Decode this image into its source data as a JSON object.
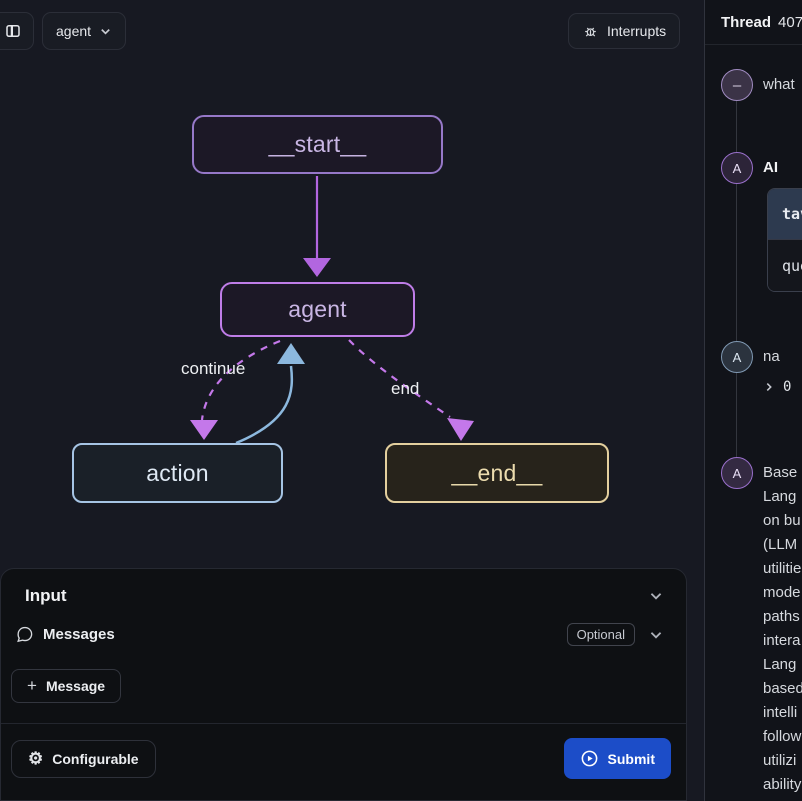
{
  "colors": {
    "canvas_bg": "#171922",
    "panel_bg": "#0e1013",
    "sidebar_bg": "#111319",
    "border_subtle": "#2b2e38",
    "start_border": "#9678c8",
    "agent_border": "#bf7de8",
    "action_border": "#a6c4e4",
    "end_border": "#e3cf9e",
    "purple_node_bg": "#1c1826",
    "action_bg": "#1a2028",
    "end_bg": "#27231b",
    "purple_text": "#c9b6e4",
    "action_text": "#dfe9f4",
    "end_text": "#ecdcae",
    "edge_purple": "#b266e0",
    "edge_purple_dashed": "#c478ea",
    "edge_blue": "#8cb8de",
    "submit_blue": "#1c4dc8",
    "tool_header_bg": "#2d3a4f"
  },
  "toolbar": {
    "graph_selector_label": "agent",
    "interrupts_label": "Interrupts"
  },
  "graph": {
    "nodes": [
      {
        "id": "__start__",
        "label": "__start__"
      },
      {
        "id": "agent",
        "label": "agent"
      },
      {
        "id": "action",
        "label": "action"
      },
      {
        "id": "__end__",
        "label": "__end__"
      }
    ],
    "edges": [
      {
        "from": "__start__",
        "to": "agent",
        "style": "solid",
        "label": ""
      },
      {
        "from": "agent",
        "to": "action",
        "style": "dashed",
        "label": "continue"
      },
      {
        "from": "action",
        "to": "agent",
        "style": "solid",
        "label": ""
      },
      {
        "from": "agent",
        "to": "__end__",
        "style": "dashed",
        "label": "end"
      }
    ]
  },
  "input_panel": {
    "title": "Input",
    "messages_label": "Messages",
    "optional_badge": "Optional",
    "add_message_plus": "+",
    "add_message_label": "Message",
    "configurable_label": "Configurable",
    "gear_glyph": "⚙",
    "submit_label": "Submit"
  },
  "thread_panel": {
    "title_label": "Thread",
    "thread_id": "407",
    "human_message": {
      "avatar_glyph": "–",
      "text": "what"
    },
    "ai_message": {
      "avatar_glyph": "A",
      "role_label": "AI",
      "tool_name": "tav",
      "tool_arg": "que"
    },
    "tool_message": {
      "avatar_glyph": "A",
      "text": "na",
      "expand_count": "0"
    },
    "ai_message_2": {
      "avatar_glyph": "A",
      "lines": [
        "Base",
        "Lang",
        "on bu",
        "(LLM",
        "utilitie",
        "mode",
        "paths",
        "intera",
        "Lang",
        "based",
        "intelli",
        "follow",
        "utilizi",
        "ability"
      ]
    }
  }
}
